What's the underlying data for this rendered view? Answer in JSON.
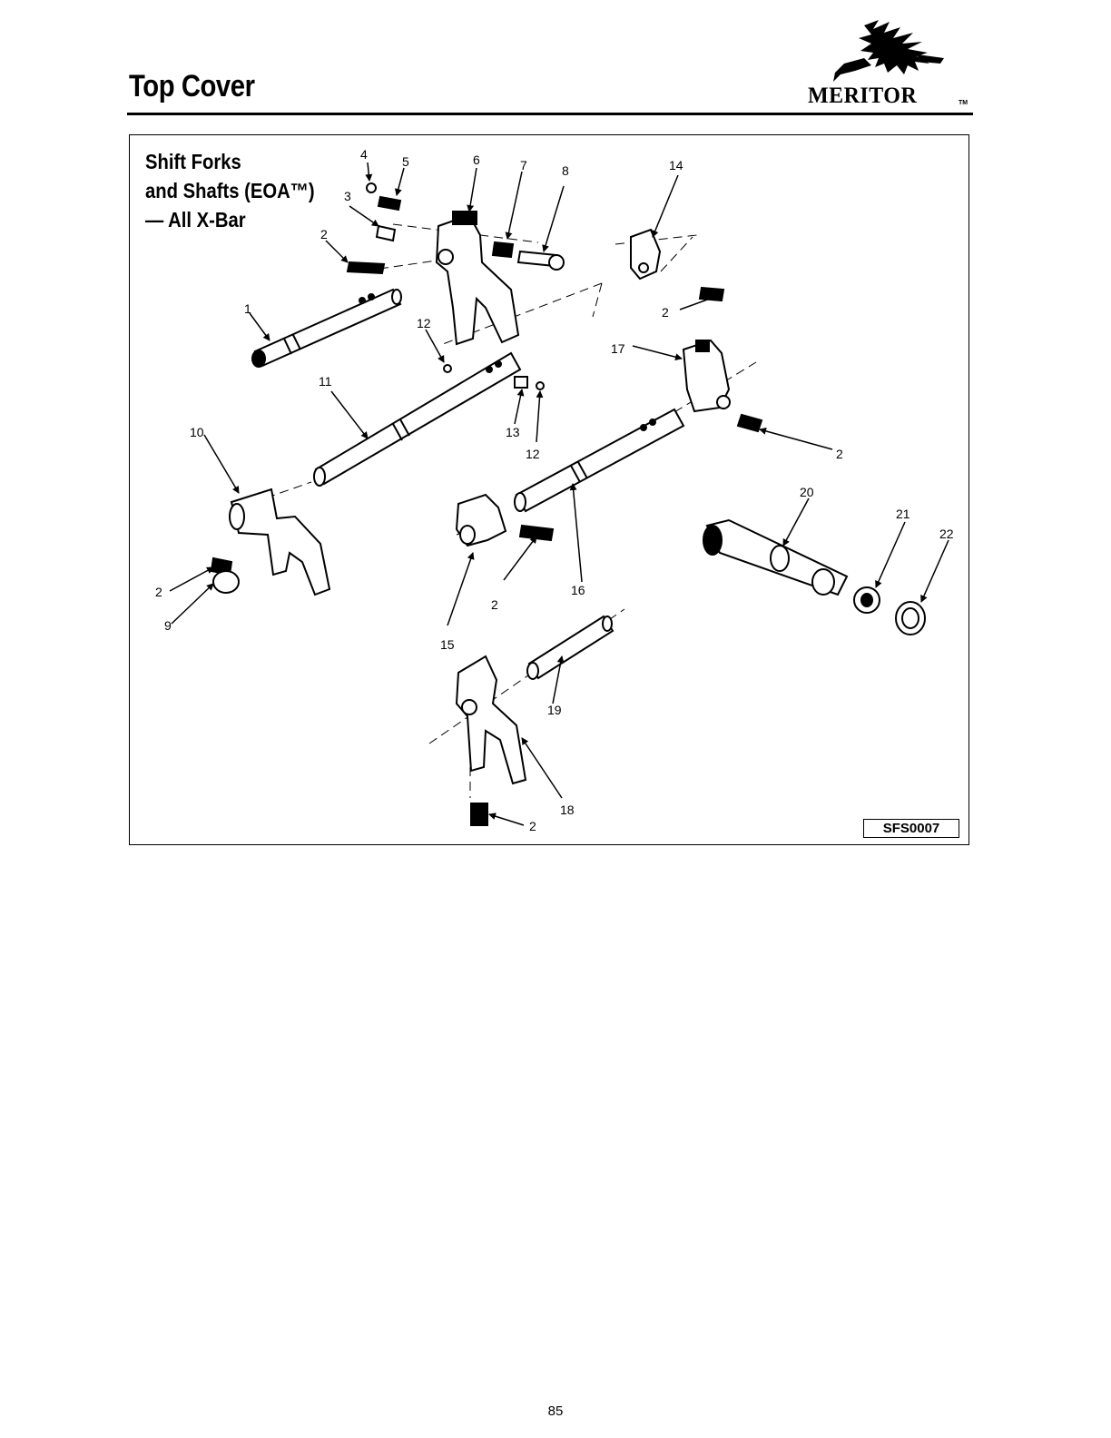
{
  "header": {
    "title": "Top Cover",
    "brand": "MERITOR",
    "brand_tm": "TM"
  },
  "figure": {
    "title_lines": [
      "Shift Forks",
      "and Shafts (EOA™)",
      "— All X-Bar"
    ],
    "code": "SFS0007",
    "callouts": [
      "4",
      "5",
      "6",
      "7",
      "8",
      "14",
      "3",
      "2",
      "1",
      "12",
      "2",
      "17",
      "11",
      "10",
      "13",
      "12",
      "2",
      "20",
      "21",
      "22",
      "2",
      "2",
      "9",
      "16",
      "15",
      "19",
      "18",
      "2"
    ]
  },
  "footer": {
    "page_number": "85"
  }
}
